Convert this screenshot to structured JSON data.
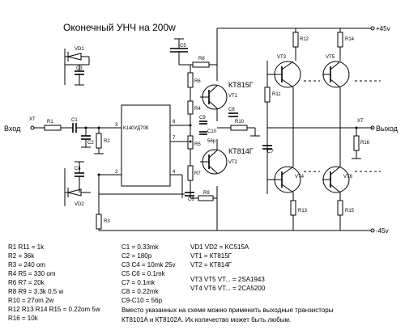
{
  "title": "Оконечный УНЧ на 200w",
  "rails": {
    "pos": "+45v",
    "neg": "-45v"
  },
  "io": {
    "input": "Вход",
    "output": "Выход"
  },
  "ic": {
    "name": "К140УД708",
    "pins": [
      "3",
      "2",
      "6",
      "7",
      "4"
    ]
  },
  "parts": {
    "XT_in": "XT",
    "XT_out": "XT",
    "R1": "R1",
    "C1": "C1",
    "C2": "C2",
    "R2": "R2",
    "R3": "R3",
    "VD1": "VD1",
    "VD2": "VD2",
    "C3": "C3",
    "C4": "C4",
    "C5": "C5",
    "R4": "R4",
    "R5": "R5",
    "R6": "R6",
    "R7": "R7",
    "R8": "R8",
    "R9": "R9",
    "C6": "C6",
    "C7": "C7",
    "C8": "C8",
    "C9": "C9",
    "C10": "C10",
    "C10_val": "56p",
    "VT1_type": "КТ815Г",
    "VT1": "VT1",
    "VT2_type": "КТ814Г",
    "VT2": "VT2",
    "VT3": "VT3",
    "VT4": "VT4",
    "VT5": "VT5",
    "VT6": "VT6",
    "R10": "R10",
    "R11": "R11",
    "R12": "R12",
    "R13": "R13",
    "R14": "R14",
    "R15": "R15",
    "R16": "R16"
  },
  "legend": {
    "resistors": [
      "R1 R11 = 1k",
      "R2 = 36k",
      "R3 = 240 om",
      "R4 R5 = 330 om",
      "R6 R7 = 20k",
      "R8 R9 = 3.3k 0,5 w",
      "R10 = 27om 2w",
      "R12 R13 R14 R15 = 0.22om 5w",
      "R16 = 10k"
    ],
    "capacitors": [
      "C1 = 0.33mk",
      "C2 = 180p",
      "C3 C4 = 10mk 25v",
      "C5 C6 = 0.1mk",
      "C7 = 0.1mk",
      "C8 = 0.22mk",
      "C9-C10 = 56p"
    ],
    "semis": [
      "VD1 VD2 = KC515A",
      "VT1 = КТ815Г",
      "VT2 = КТ814Г"
    ],
    "outputs": [
      "VT3 VT5 VT... = 2SA1943",
      "VT4 VT6 VT... = 2CA5200"
    ],
    "note": [
      "Вместо указанных на схеме можно применить выходные транзисторы",
      "КТ8101А и КТ8102А.  Их количество может быть любым."
    ]
  }
}
